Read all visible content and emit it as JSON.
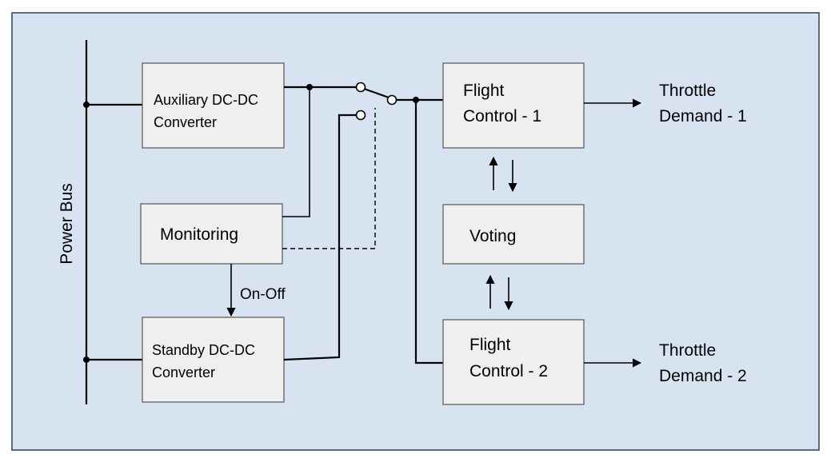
{
  "colors": {
    "panel_background": "#d8e3f2",
    "panel_border": "#2f3f5f",
    "box_fill": "#efefef",
    "box_border": "#555555",
    "line": "#000000"
  },
  "power_bus": {
    "label": "Power Bus"
  },
  "blocks": {
    "auxiliary_converter": {
      "line1": "Auxiliary DC-DC",
      "line2": "Converter"
    },
    "monitoring": {
      "label": "Monitoring"
    },
    "standby_converter": {
      "line1": "Standby DC-DC",
      "line2": "Converter"
    },
    "flight_control_1": {
      "line1": "Flight",
      "line2": "Control - 1"
    },
    "voting": {
      "label": "Voting"
    },
    "flight_control_2": {
      "line1": "Flight",
      "line2": "Control - 2"
    }
  },
  "signals": {
    "on_off": "On-Off"
  },
  "outputs": {
    "throttle_1": {
      "line1": "Throttle",
      "line2": "Demand - 1"
    },
    "throttle_2": {
      "line1": "Throttle",
      "line2": "Demand - 2"
    }
  }
}
